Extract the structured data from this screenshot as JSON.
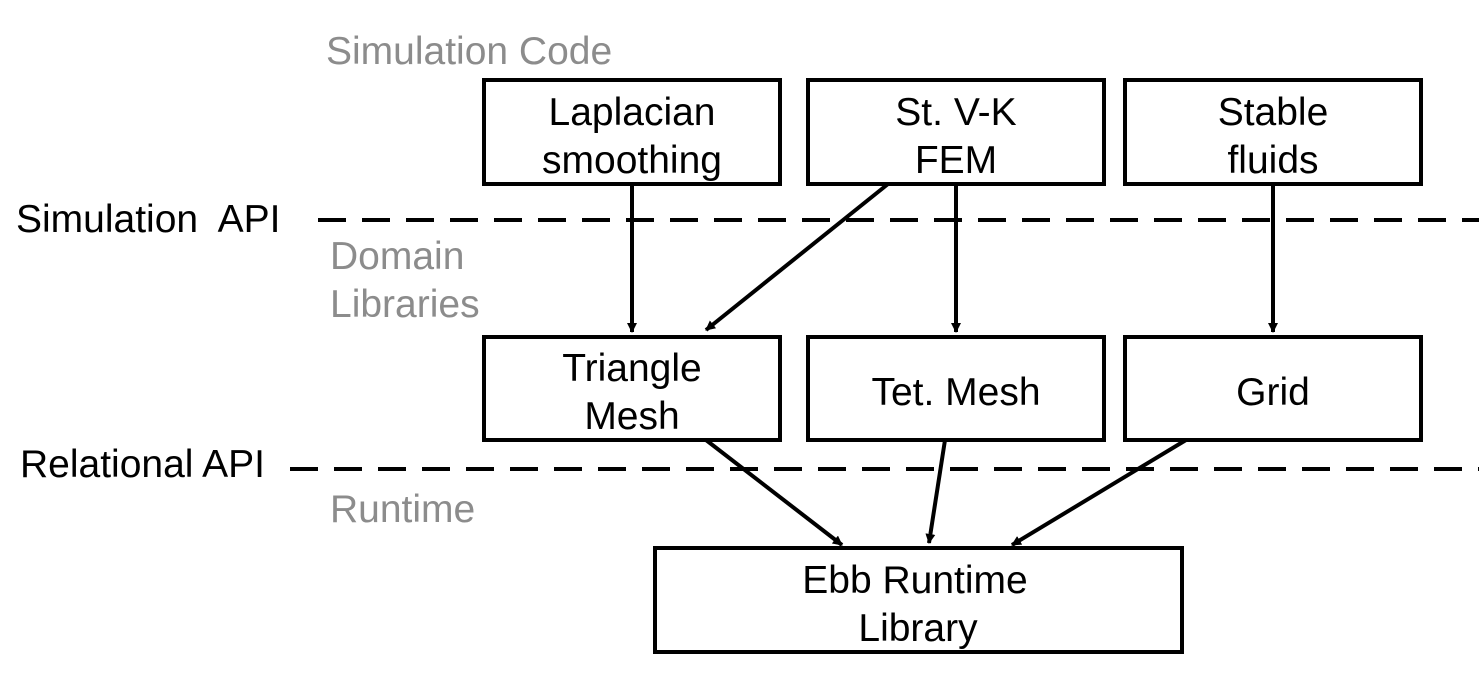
{
  "layers": {
    "simulation_code": "Simulation Code",
    "domain_libraries": [
      "Domain",
      "Libraries"
    ],
    "runtime": "Runtime"
  },
  "apis": {
    "simulation_api": "Simulation  API",
    "relational_api": "Relational API"
  },
  "boxes": {
    "laplacian": [
      "Laplacian",
      "smoothing"
    ],
    "stvk": [
      "St. V-K",
      "FEM"
    ],
    "stable": [
      "Stable",
      "fluids"
    ],
    "triangle": [
      "Triangle",
      "Mesh"
    ],
    "tet": [
      "Tet. Mesh"
    ],
    "grid": [
      "Grid"
    ],
    "ebb": [
      "Ebb Runtime",
      "Library"
    ]
  },
  "colors": {
    "layer_label": "#8c8c8c",
    "ink": "#000000"
  }
}
